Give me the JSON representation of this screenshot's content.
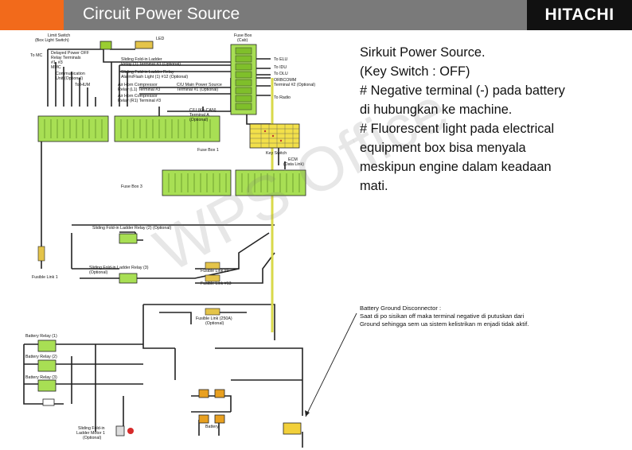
{
  "header": {
    "title": "Circuit Power Source",
    "brand": "HITACHI",
    "accent_color": "#f26a1b",
    "bar_color": "#7a7a7a"
  },
  "description": {
    "lines": [
      "Sirkuit Power Source.",
      "(Key Switch : OFF)",
      "# Negative terminal (-) pada battery",
      "di hubungkan ke machine.",
      "# Fluorescent light pada electrical",
      "equipment box bisa menyala",
      "meskipun engine dalam keadaan",
      "mati."
    ]
  },
  "note": {
    "title": "Battery Ground Disconnector :",
    "lines": [
      "Saat di po sisikan off maka terminal negative di putuskan dari",
      "Ground sehingga sem ua sistem kelistrikan m enjadi tidak aktif."
    ]
  },
  "watermark": "WPS Office",
  "diagram": {
    "labels": {
      "limit_switch": "Limit Switch",
      "box_light_switch": "(Box Light Switch)",
      "led": "LED",
      "fuse_box_cab": "Fuse Box",
      "cab": "(Cab)",
      "to_mc": "To MC",
      "delayed_power": "Delayed Power OFF",
      "relay_terminals": "Relay Terminals",
      "relay_terminals_no": "#1, #3",
      "mmc": "MMC",
      "communication": "Communication",
      "unit_optional": "Unit (Optional)",
      "to_hum": "To HUM",
      "sliding_relay1": "Sliding Fold-in Ladder",
      "sliding_relay1b": "Relay (1) Terminal #3 (Optional)",
      "sliding_relay2": "Sliding Fold-in Ladder Relay",
      "sliding_relay2b": "Alarm/Flash Light (1) #12 (Optional)",
      "air_horn_l": "Air Horn Compressor",
      "air_horn_lb": "Relay (L1) Terminal #3",
      "air_horn_r": "Air Horn Compressor",
      "air_horn_rb": "Relay (R1) Terminal #3",
      "cu_main": "C/U Main Power Source",
      "cu_mainb": "Terminal #1 (Optional)",
      "cu_kecan": "C/U (Ke-CAN)",
      "terminal_a": "Terminal A",
      "optional": "(Optional)",
      "to_elu": "To ELU",
      "to_idu": "To IDU",
      "to_dlu": "To DLU",
      "orbcomm": "ORBCOMM",
      "orbcomm_t": "Terminal #2 (Optional)",
      "to_radio": "To Radio",
      "fuse_box1": "Fuse Box 1",
      "key_switch": "Key Switch",
      "ecm": "ECM",
      "data_link": "(Data Link)",
      "fuse_box3": "Fuse Box 3",
      "sliding_relay_2opt": "Sliding Fold-in Ladder Relay (2) (Optional)",
      "sliding_relay_3": "Sliding Fold-in Ladder Relay (3)",
      "sliding_relay_3opt": "(Optional)",
      "fusible_link9": "Fusible Link #9",
      "fusible_link13": "Fusible Link #13",
      "fusible_link1": "Fusible Link 1",
      "fusible_link_250": "Fusible Link (250A)",
      "battery_relay1": "Battery Relay (1)",
      "battery_relay2": "Battery Relay (2)",
      "battery_relay3": "Battery Relay (3)",
      "battery": "Battery",
      "sliding_motor": "Sliding Fold-in",
      "sliding_motorb": "Ladder Motor 1",
      "sliding_motorc": "(Optional)"
    }
  }
}
